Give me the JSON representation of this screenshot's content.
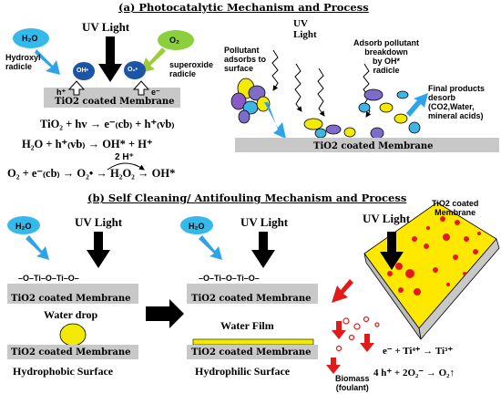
{
  "panel_a": {
    "header": "(a) Photocatalytic Mechanism and Process",
    "uv_light": "UV Light",
    "h2o": "H₂O",
    "o2": "O₂",
    "hydroxyl_label": "Hydroxyl\nradicle",
    "superoxide_label": "superoxide\nradicle",
    "oh_radical": "OH•",
    "o2_radical": "O₂•",
    "h_plus": "h⁺",
    "e_minus": "e⁻",
    "membrane": "TiO2 coated Membrane",
    "eq1": "TiO₂ + hv → e⁻₍cb₎ + h⁺₍vb₎",
    "eq2": "H₂O + h⁺₍vb₎ → OH* + H⁺",
    "eq3": "O₂ + e⁻₍cb₎ → O₂• → H₂O₂ → OH*",
    "eq3_over": "2 H⁺",
    "right_uv": "UV\nLight",
    "pollutant_label": "Pollutant\nadsorbs to\nsurface",
    "adsorb_label": "Adsorb pollutant\nbreakdown\nby OH*\nradicle",
    "final_label": "Final products\ndesorb\n(CO2,Water,\nmineral acids)",
    "membrane_right": "TiO2 coated Membrane"
  },
  "panel_b": {
    "header": "(b) Self Cleaning/ Antifouling Mechanism and Process",
    "uv_left": "UV Light",
    "uv_mid": "UV Light",
    "uv_right": "UV Light",
    "h2o_left": "H₂O",
    "h2o_mid": "H₂O",
    "chain_left": "–O–Ti–O–Ti–O–",
    "chain_mid": "–O–Ti–O–Ti–O–",
    "membrane_left": "TiO2 coated Membrane",
    "membrane_mid": "TiO2 coated Membrane",
    "membrane_left2": "TiO2 coated Membrane",
    "membrane_mid2": "TiO2 coated Membrane",
    "water_drop": "Water drop",
    "water_film": "Water Film",
    "hydrophobic": "Hydrophobic Surface",
    "hydrophilic": "Hydrophilic Surface",
    "tio2_coated": "TiO2 coated\nMembrane",
    "eq_ti": "e⁻ + Ti⁴⁺ → Ti³⁺",
    "eq_o2": "4 h⁺ + 2O₂⁻ → O₂↑",
    "biomass": "Biomass\n(foulant)"
  },
  "colors": {
    "membrane_gray": "#c8c8c8",
    "blue_arrow": "#2ea3e8",
    "green_arrow": "#9ccc3a",
    "water_blue": "#35b9ea",
    "o2_green": "#8ccf3d",
    "film_yellow": "#f2ea00",
    "drop_yellow": "#f2ea00",
    "foulant_red": "#e21a1a",
    "membrane_3d": "#ffe800"
  }
}
